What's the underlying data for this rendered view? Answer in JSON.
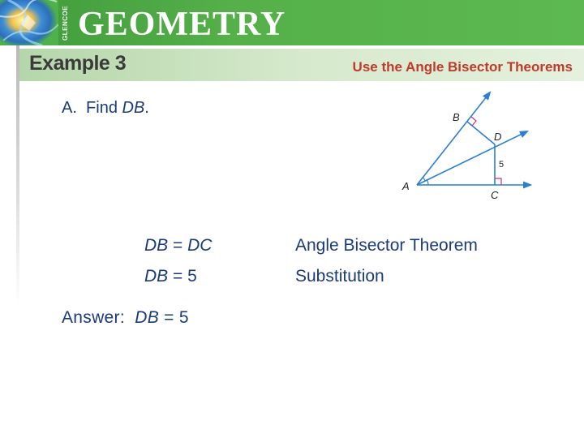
{
  "header": {
    "brand_vertical": "GLENCOE",
    "title": "GEOMETRY"
  },
  "example": {
    "label": "Example 3",
    "subtitle": "Use the Angle Bisector Theorems"
  },
  "question": {
    "part": "A.",
    "text": "Find",
    "target": "DB",
    "suffix": "."
  },
  "figure": {
    "points": {
      "A": "A",
      "B": "B",
      "C": "C",
      "D": "D"
    },
    "measure": "5"
  },
  "proof": [
    {
      "statement_left": "DB",
      "statement_op": " = ",
      "statement_right": "DC",
      "reason": "Angle Bisector Theorem"
    },
    {
      "statement_left": "DB",
      "statement_op": " = ",
      "statement_right": "5",
      "reason": "Substitution"
    }
  ],
  "answer": {
    "label": "Answer:",
    "var": "DB",
    "eq": " = 5"
  },
  "colors": {
    "banner": "#55b04a",
    "subtitle": "#c0392b",
    "text": "#1a3a7a",
    "ray": "#2a7fd4"
  }
}
